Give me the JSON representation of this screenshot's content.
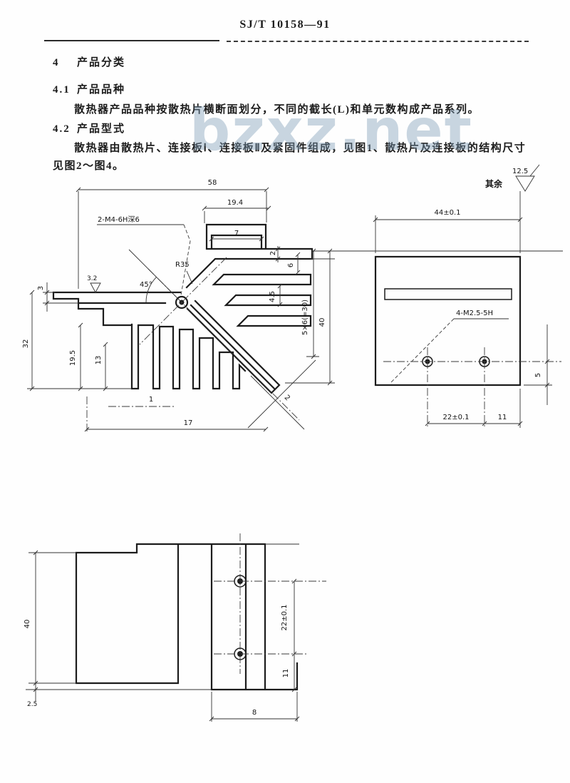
{
  "header": {
    "standard_number": "SJ/T 10158—91"
  },
  "watermark": {
    "text": "bzxz.net"
  },
  "content": {
    "s4": {
      "number": "4",
      "title": "产品分类"
    },
    "s41": {
      "number": "4.1",
      "title": "产品品种",
      "body": "散热器产品品种按散热片横断面划分，不同的截长(L)和单元数构成产品系列。"
    },
    "s42": {
      "number": "4.2",
      "title": "产品型式",
      "body_line1": "散热器由散热片、连接板Ⅰ、连接板Ⅱ及紧固件组成，见图1、散热片及连接板的结构尺寸",
      "body_line2": "见图2～图4。"
    }
  },
  "surface_note": {
    "prefix": "其余",
    "roughness": "12.5"
  },
  "fig_heatsink": {
    "dim_58": "58",
    "dim_19_4": "19.4",
    "dim_7": "7",
    "dim_2_fin": "2",
    "dim_6": "6",
    "dim_4_5": "4.5",
    "dim_pitch": "5×6(=30)",
    "dim_40": "40",
    "dim_3": "3",
    "dim_32": "32",
    "dim_19_5": "19.5",
    "dim_13": "13",
    "dim_1": "1",
    "dim_17": "17",
    "dim_2_diag": "2",
    "angle": "45°",
    "radius": "R35",
    "thread_callout": "2-M4-6H深6",
    "finish": "3.2"
  },
  "fig_plate": {
    "dim_width": "44±0.1",
    "thread_callout": "4-M2.5-5H",
    "dim_22": "22±0.1",
    "dim_11": "11",
    "dim_5": "5"
  },
  "fig_side": {
    "dim_40": "40",
    "dim_22": "22±0.1",
    "dim_11": "11",
    "dim_8": "8",
    "dim_2_5": "2.5"
  }
}
